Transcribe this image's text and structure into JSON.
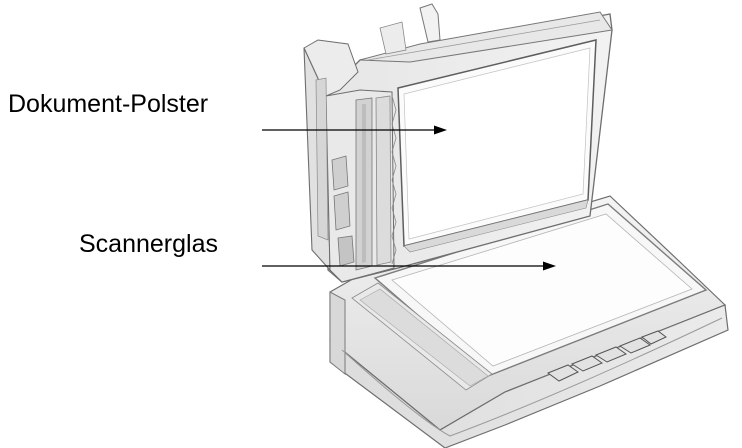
{
  "diagram": {
    "callouts": [
      {
        "id": "document-pad",
        "label": "Dokument-Polster"
      },
      {
        "id": "scanner-glass",
        "label": "Scannerglas"
      }
    ],
    "device": {
      "name_icon": "flatbed-scanner-with-adf-illustration",
      "body_color": "#efefef",
      "outline_color": "#6e6e6e",
      "glass_color": "#f7f7f7",
      "pad_color": "#fbfbfb"
    }
  }
}
